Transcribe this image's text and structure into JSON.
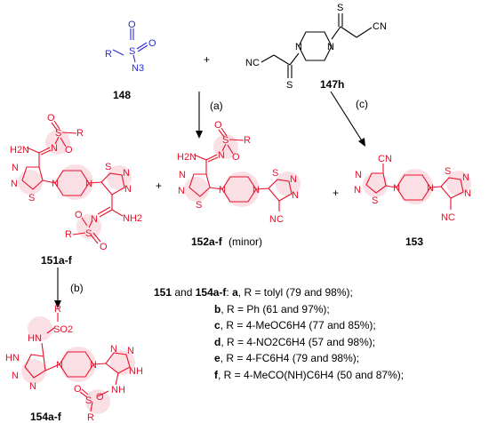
{
  "compounds": {
    "c148": "148",
    "c147h": "147h",
    "c151": "151a-f",
    "c152": "152a-f",
    "c152_note": "(minor)",
    "c153": "153",
    "c154": "154a-f"
  },
  "conditions": {
    "a": "(a)",
    "b": "(b)",
    "c": "(c)"
  },
  "plus": "+",
  "atoms": {
    "R": "R",
    "S": "S",
    "O": "O",
    "N": "N",
    "N3": "N3",
    "CN": "CN",
    "NC": "NC",
    "H2N": "H2N",
    "NH2": "NH2",
    "HN": "HN",
    "NH": "NH",
    "SO2": "SO2",
    "O2": "O"
  },
  "notes": {
    "head_bold": "151",
    "head_mid": " and ",
    "head_bold2": "154a-f",
    "head_colon": ": ",
    "items": [
      {
        "letter": "a",
        "text": ", R = tolyl (79 and 98%);"
      },
      {
        "letter": "b",
        "text": ", R = Ph (61 and 97%);"
      },
      {
        "letter": "c",
        "text": ", R = 4-MeOC6H4 (77 and 85%);"
      },
      {
        "letter": "d",
        "text": ", R = 4-NO2C6H4 (57 and 98%);"
      },
      {
        "letter": "e",
        "text": ", R = 4-FC6H4 (79 and 98%);"
      },
      {
        "letter": "f",
        "text": ", R = 4-MeCO(NH)C6H4 (50 and 87%);"
      }
    ]
  }
}
